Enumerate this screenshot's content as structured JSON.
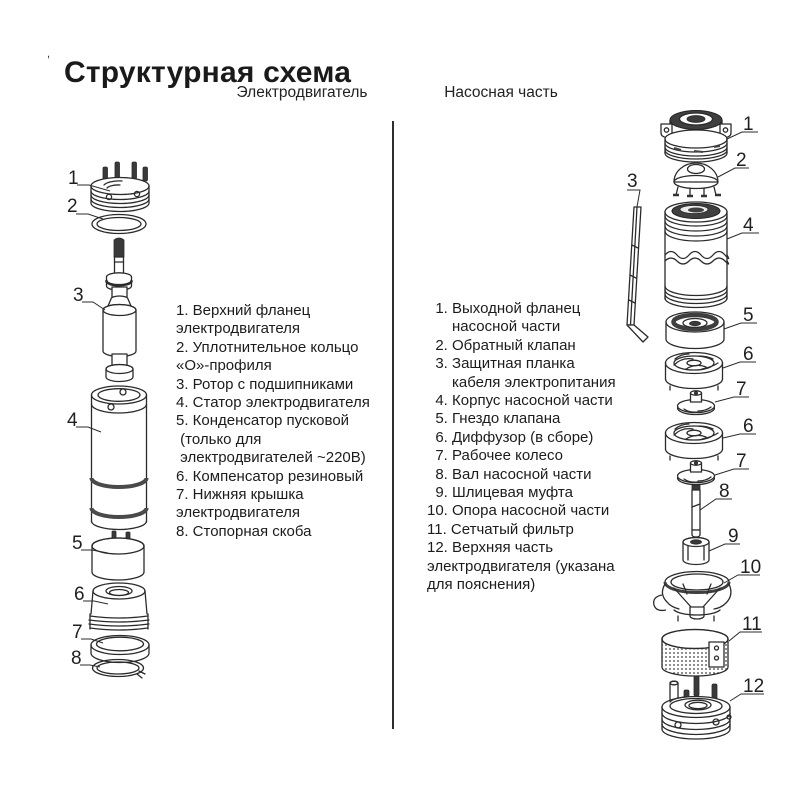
{
  "title": "Структурная схема",
  "artifact_mark": ",",
  "sections": {
    "motor": {
      "header": "Электродвигатель"
    },
    "pump": {
      "header": "Насосная часть"
    }
  },
  "motor_list": {
    "items": [
      "1. Верхний фланец\nэлектродвигателя",
      "2. Уплотнительное кольцо\n«О»-профиля",
      "3. Ротор с подшипниками",
      "4. Статор электродвигателя",
      "5. Конденсатор пусковой\n (только для\n электродвигателей ~220В)",
      "6. Компенсатор резиновый",
      "7. Нижняя крышка\nэлектродвигателя",
      "8. Стопорная скоба"
    ]
  },
  "pump_list": {
    "items": [
      " 1. Выходной фланец\n      насосной части",
      " 2. Обратный клапан",
      " 3. Защитная планка\n      кабеля электропитания",
      " 4. Корпус насосной части",
      " 5. Гнездо клапана",
      " 6. Диффузор (в сборе)",
      " 7. Рабочее колесо",
      " 8. Вал насосной части",
      " 9. Шлицевая муфта",
      "10. Опора насосной части",
      "11. Сетчатый фильтр",
      "12. Верхняя часть\nэлектродвигателя (указана\nдля пояснения)"
    ]
  },
  "motor_callouts": [
    "1",
    "2",
    "3",
    "4",
    "5",
    "6",
    "7",
    "8"
  ],
  "pump_callouts": [
    "1",
    "2",
    "3",
    "4",
    "5",
    "6",
    "7",
    "6",
    "7",
    "8",
    "9",
    "10",
    "11",
    "12"
  ],
  "colors": {
    "ink": "#1a1a1a",
    "line": "#2b2b2b",
    "dark_fill": "#3a3a3a",
    "background": "#ffffff"
  }
}
